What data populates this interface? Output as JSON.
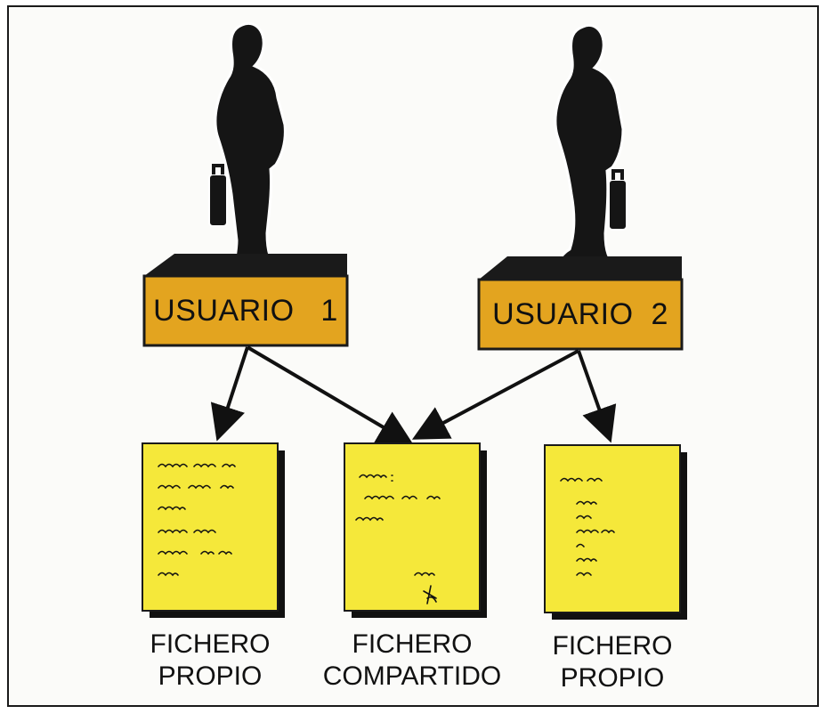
{
  "colors": {
    "box_fill": "#E3A41F",
    "platform": "#1a1a1a",
    "file_fill": "#F5E83A",
    "ink": "#111111"
  },
  "users": [
    {
      "label": "USUARIO   1"
    },
    {
      "label": "USUARIO  2"
    }
  ],
  "files": [
    {
      "line1": "FICHERO",
      "line2": "PROPIO"
    },
    {
      "line1": "FICHERO",
      "line2": "COMPARTIDO"
    },
    {
      "line1": "FICHERO",
      "line2": "PROPIO"
    }
  ],
  "icons": [
    "person-silhouette-icon",
    "briefcase-icon",
    "arrow-icon",
    "document-icon"
  ]
}
